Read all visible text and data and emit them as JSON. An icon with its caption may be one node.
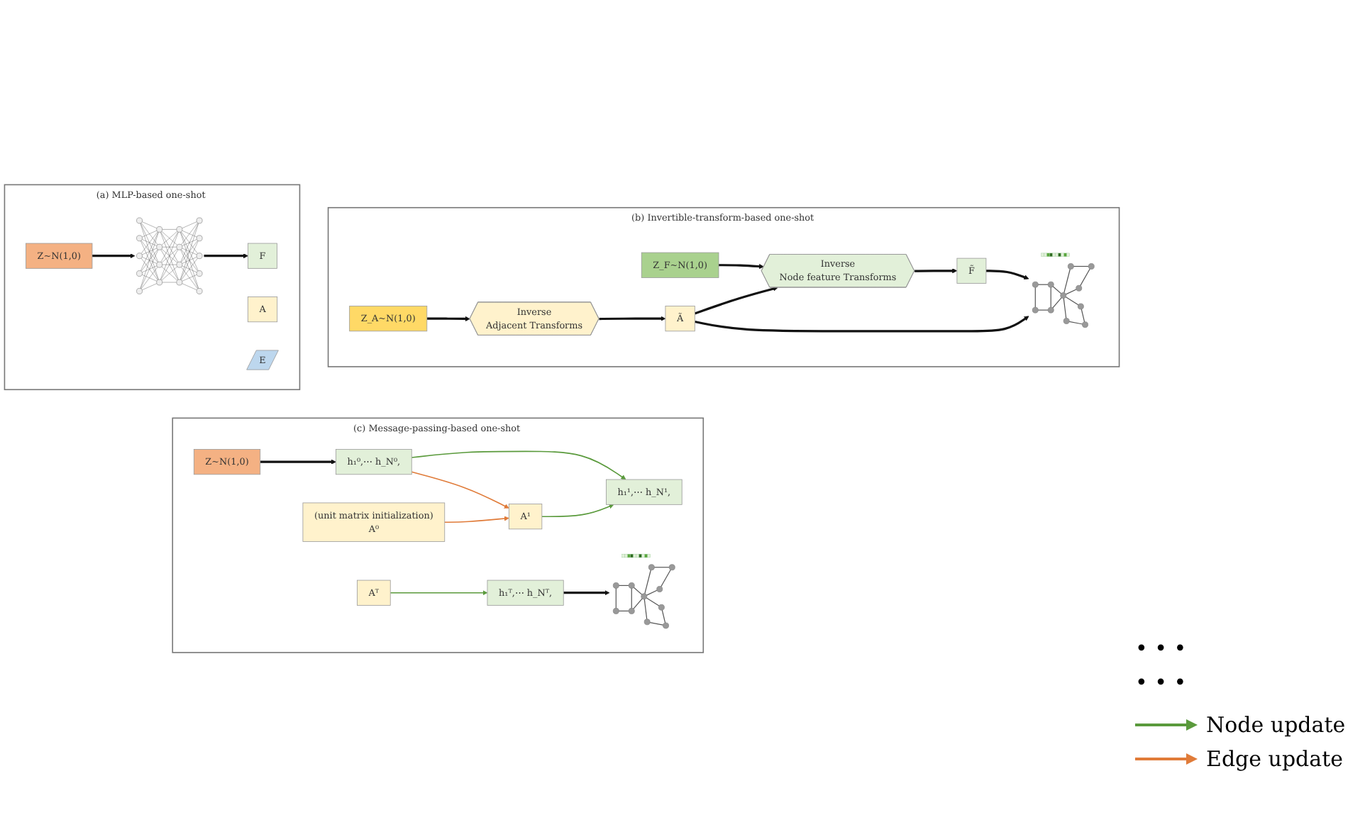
{
  "diagram": {
    "nodes": [
      {
        "text": [
          "(a) MLP-based one-shot"
        ]
      },
      {
        "text": [
          "Z~N(1,0)"
        ],
        "in": 0
      },
      {
        "text": [],
        "shape": "picture",
        "in": 0
      },
      {
        "text": [
          "A"
        ],
        "in": 0
      },
      {
        "text": [
          "F"
        ],
        "in": 0
      },
      {
        "text": [
          "E"
        ],
        "in": 0
      },
      {
        "text": [
          "(b) Invertible-transform-based one-shot"
        ]
      },
      {
        "text": [
          "Z_A~N(1,0)"
        ],
        "in": 6
      },
      {
        "text": [
          "Z_F~N(1,0)"
        ],
        "in": 6
      },
      {
        "text": [
          "Inverse",
          "Node feature Transforms"
        ],
        "in": 6
      },
      {
        "text": [
          "F̃"
        ],
        "in": 6
      },
      {
        "text": [
          "Inverse",
          "Adjacent Transforms"
        ],
        "in": 6
      },
      {
        "text": [
          "Ã"
        ],
        "in": 6
      },
      {
        "text": [],
        "shape": "picture",
        "in": 6
      },
      {
        "text": [
          "(c) Message-passing-based one-shot"
        ]
      },
      {
        "text": [
          "Z~N(1,0)"
        ],
        "in": 14
      },
      {
        "text": [
          "(unit matrix initialization)",
          "A⁰"
        ],
        "in": 14
      },
      {
        "text": [
          "A¹"
        ],
        "in": 14
      },
      {
        "text": [
          "Aᵀ"
        ],
        "in": 14
      },
      {
        "text": [
          "h₁⁰,⋯ h_N⁰,"
        ],
        "in": 14
      },
      {
        "text": [
          "h₁¹,⋯ h_N¹,"
        ],
        "in": 14
      },
      {
        "text": [
          "h₁ᵀ,⋯ h_Nᵀ,"
        ],
        "in": 14
      },
      {
        "text": [],
        "shape": "picture",
        "in": 14
      }
    ],
    "edges": [
      {
        "from": 1,
        "to": 2,
        "arrow": "to"
      },
      {
        "from": 2,
        "to": 4,
        "arrow": "to"
      },
      {
        "from": 8,
        "to": 9,
        "arrow": "to"
      },
      {
        "from": 7,
        "to": 11,
        "arrow": "to"
      },
      {
        "from": 11,
        "to": 12,
        "arrow": "to"
      },
      {
        "from": 12,
        "to": 9,
        "arrow": "to"
      },
      {
        "from": 9,
        "to": 10,
        "arrow": "to"
      },
      {
        "from": 10,
        "to": 13,
        "arrow": "to"
      },
      {
        "from": 12,
        "to": 13,
        "arrow": "to"
      },
      {
        "from": 15,
        "to": 19,
        "arrow": "to"
      },
      {
        "from": 16,
        "to": 17,
        "arrow": "to",
        "color": "#e07b39"
      },
      {
        "from": 19,
        "to": 17,
        "arrow": "to",
        "color": "#e07b39"
      },
      {
        "from": 19,
        "to": 20,
        "arrow": "to",
        "color": "#5a9a3c"
      },
      {
        "from": 17,
        "to": 20,
        "arrow": "to",
        "color": "#5a9a3c"
      },
      {
        "from": 18,
        "to": 21,
        "arrow": "to",
        "color": "#5a9a3c"
      },
      {
        "from": 21,
        "to": 22,
        "arrow": "to"
      }
    ],
    "labels": [
      "• • •",
      "• • •"
    ],
    "legend": [
      {
        "text": "Node update"
      },
      {
        "text": "Edge update"
      }
    ]
  }
}
